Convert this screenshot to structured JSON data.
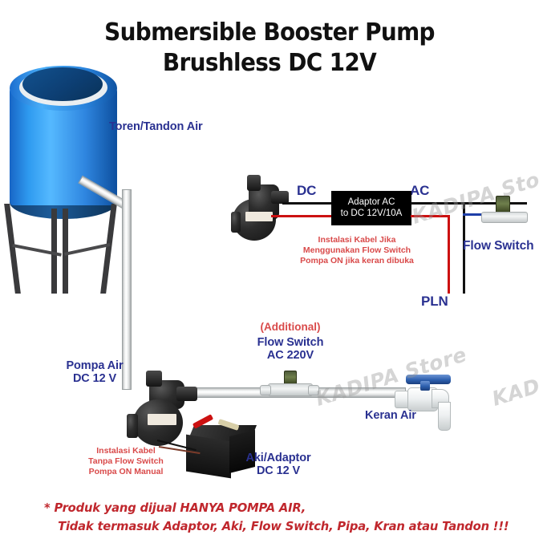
{
  "title": {
    "line1": "Submersible Booster Pump",
    "line2": "Brushless DC 12V"
  },
  "watermark": {
    "text": "KADIPA Store"
  },
  "labels": {
    "tank": "Toren/Tandon Air",
    "dc": "DC",
    "ac": "AC",
    "pln": "PLN",
    "flow_switch_top": "Flow Switch",
    "pump_bottom": "Pompa Air\nDC 12 V",
    "flow_switch_additional_note": "(Additional)",
    "flow_switch_additional": "Flow Switch\nAC 220V",
    "battery": "Aki/Adaptor\nDC 12 V",
    "tap": "Keran Air"
  },
  "adaptor": {
    "text": "Adaptor AC\nto DC 12V/10A"
  },
  "notes": {
    "with_flow_switch": "Instalasi Kabel Jika\nMenggunakan Flow Switch\nPompa ON jika keran dibuka",
    "without_flow_switch": "Instalasi Kabel\nTanpa Flow Switch\nPompa ON Manual"
  },
  "notice": {
    "line1": "* Produk yang dijual HANYA POMPA AIR,",
    "line2": "Tidak termasuk Adaptor, Aki, Flow Switch, Pipa, Kran atau Tandon !!!"
  },
  "colors": {
    "label_blue": "#2a3191",
    "note_red": "#d94a4a",
    "notice_red": "#c0272d",
    "tank_blue": "#2f9bf0",
    "background": "#ffffff",
    "wire_red": "#cc1111",
    "wire_black": "#111111",
    "wire_blue": "#1e3fa8",
    "adaptor_bg": "#000000"
  }
}
